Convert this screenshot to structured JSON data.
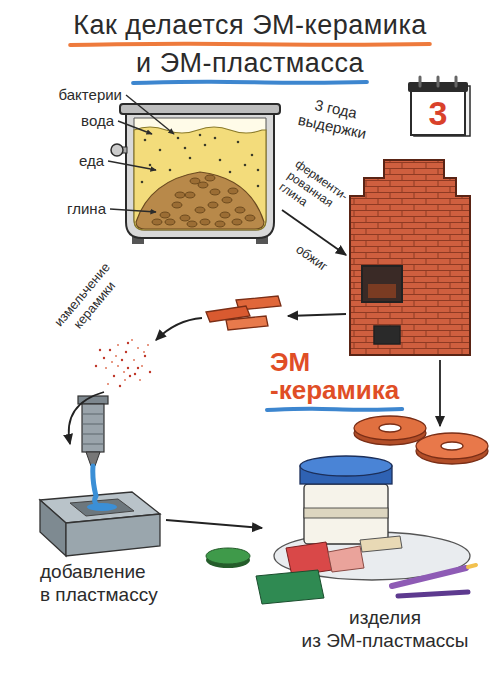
{
  "diagram": {
    "title": "Как делается ЭМ-керамика и ЭМ-пластмасса",
    "nodes": [
      {
        "text": [
          "3"
        ]
      }
    ],
    "labels": [
      "бактерии",
      "вода",
      "еда",
      "глина",
      "3 года выдержки",
      "ферменти- рованная глина",
      "обжиг",
      "измельчение керамики",
      "ЭМ -керамика",
      "добавление в пластмассу",
      "изделия из ЭМ-пластмассы"
    ]
  }
}
